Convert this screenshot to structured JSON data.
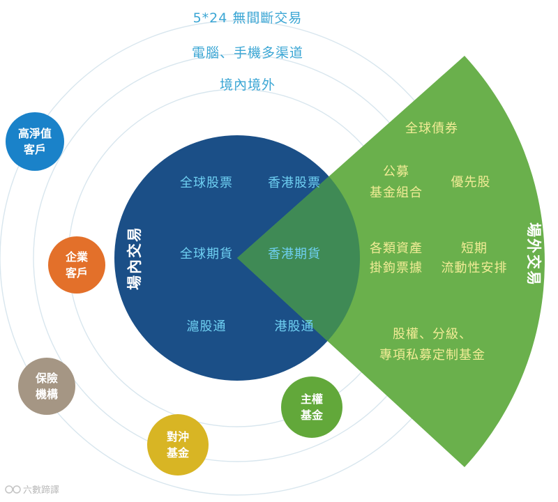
{
  "rings": {
    "outer": "5*24 無間斷交易",
    "middle": "電腦、手機多渠道",
    "inner": "境內境外"
  },
  "on_exchange": {
    "title": "場內交易",
    "items": [
      "全球股票",
      "香港股票",
      "全球期貨",
      "香港期貨",
      "滬股通",
      "港股通"
    ]
  },
  "off_exchange": {
    "title": "場外交易",
    "items": {
      "bonds": "全球債券",
      "funds": [
        "公募",
        "基金組合"
      ],
      "preferred": "優先股",
      "assets": [
        "各類資產",
        "掛鉤票據"
      ],
      "liquidity": [
        "短期",
        "流動性安排"
      ],
      "private": [
        "股權、分級、",
        "專項私募定制基金"
      ]
    }
  },
  "clients": [
    {
      "lines": [
        "高淨值",
        "客戶"
      ],
      "color": "#1a82c9"
    },
    {
      "lines": [
        "企業",
        "客戶"
      ],
      "color": "#e3702a"
    },
    {
      "lines": [
        "保險",
        "機構"
      ],
      "color": "#a59684"
    },
    {
      "lines": [
        "對沖",
        "基金"
      ],
      "color": "#d8b524"
    },
    {
      "lines": [
        "主權",
        "基金"
      ],
      "color": "#62a83a"
    }
  ],
  "colors": {
    "ring": "#d8e6ee",
    "circle": "#1b4f87",
    "wedge": "#6ab04c",
    "overlap": "#3f8a55"
  },
  "watermark": "六數蹄譯"
}
